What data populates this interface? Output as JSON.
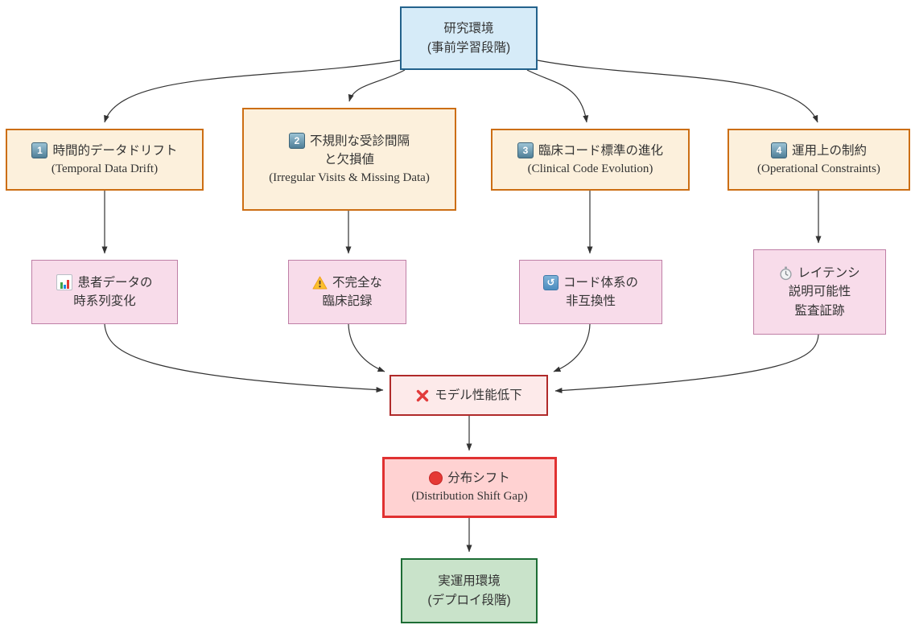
{
  "diagram": {
    "nodes": {
      "research": {
        "line1": "研究環境",
        "line2": "(事前学習段階)"
      },
      "drift": {
        "badge": "1",
        "line1": "時間的データドリフト",
        "sub": "(Temporal Data Drift)"
      },
      "visits": {
        "badge": "2",
        "line1": "不規則な受診間隔",
        "line2": "と欠損値",
        "sub": "(Irregular Visits & Missing Data)"
      },
      "codes": {
        "badge": "3",
        "line1": "臨床コード標準の進化",
        "sub": "(Clinical Code Evolution)"
      },
      "ops": {
        "badge": "4",
        "line1": "運用上の制約",
        "sub": "(Operational Constraints)"
      },
      "patient": {
        "line1": "患者データの",
        "line2": "時系列変化"
      },
      "records": {
        "line1": "不完全な",
        "line2": "臨床記録"
      },
      "incompat": {
        "line1": "コード体系の",
        "line2": "非互換性"
      },
      "latency": {
        "line1": "レイテンシ",
        "line2": "説明可能性",
        "line3": "監査証跡"
      },
      "degradation": {
        "line1": "モデル性能低下"
      },
      "shift": {
        "line1": "分布シフト",
        "sub": "(Distribution Shift Gap)"
      },
      "production": {
        "line1": "実運用環境",
        "line2": "(デプロイ段階)"
      }
    },
    "icons": {
      "sync_glyph": "↺"
    },
    "colors": {
      "edge": "#333333",
      "blue_fill": "#d6ebf8",
      "blue_border": "#23628c",
      "orange_fill": "#fcf0dc",
      "orange_border": "#cc6e14",
      "pink_fill": "#f8dcea",
      "pink_border": "#bf7fa6",
      "red_fill": "#fdeaea",
      "red_border": "#b02a2a",
      "red_strong_fill": "#ffd2d2",
      "red_strong_border": "#e03131",
      "green_fill": "#c9e3ca",
      "green_border": "#1d6d35"
    }
  }
}
